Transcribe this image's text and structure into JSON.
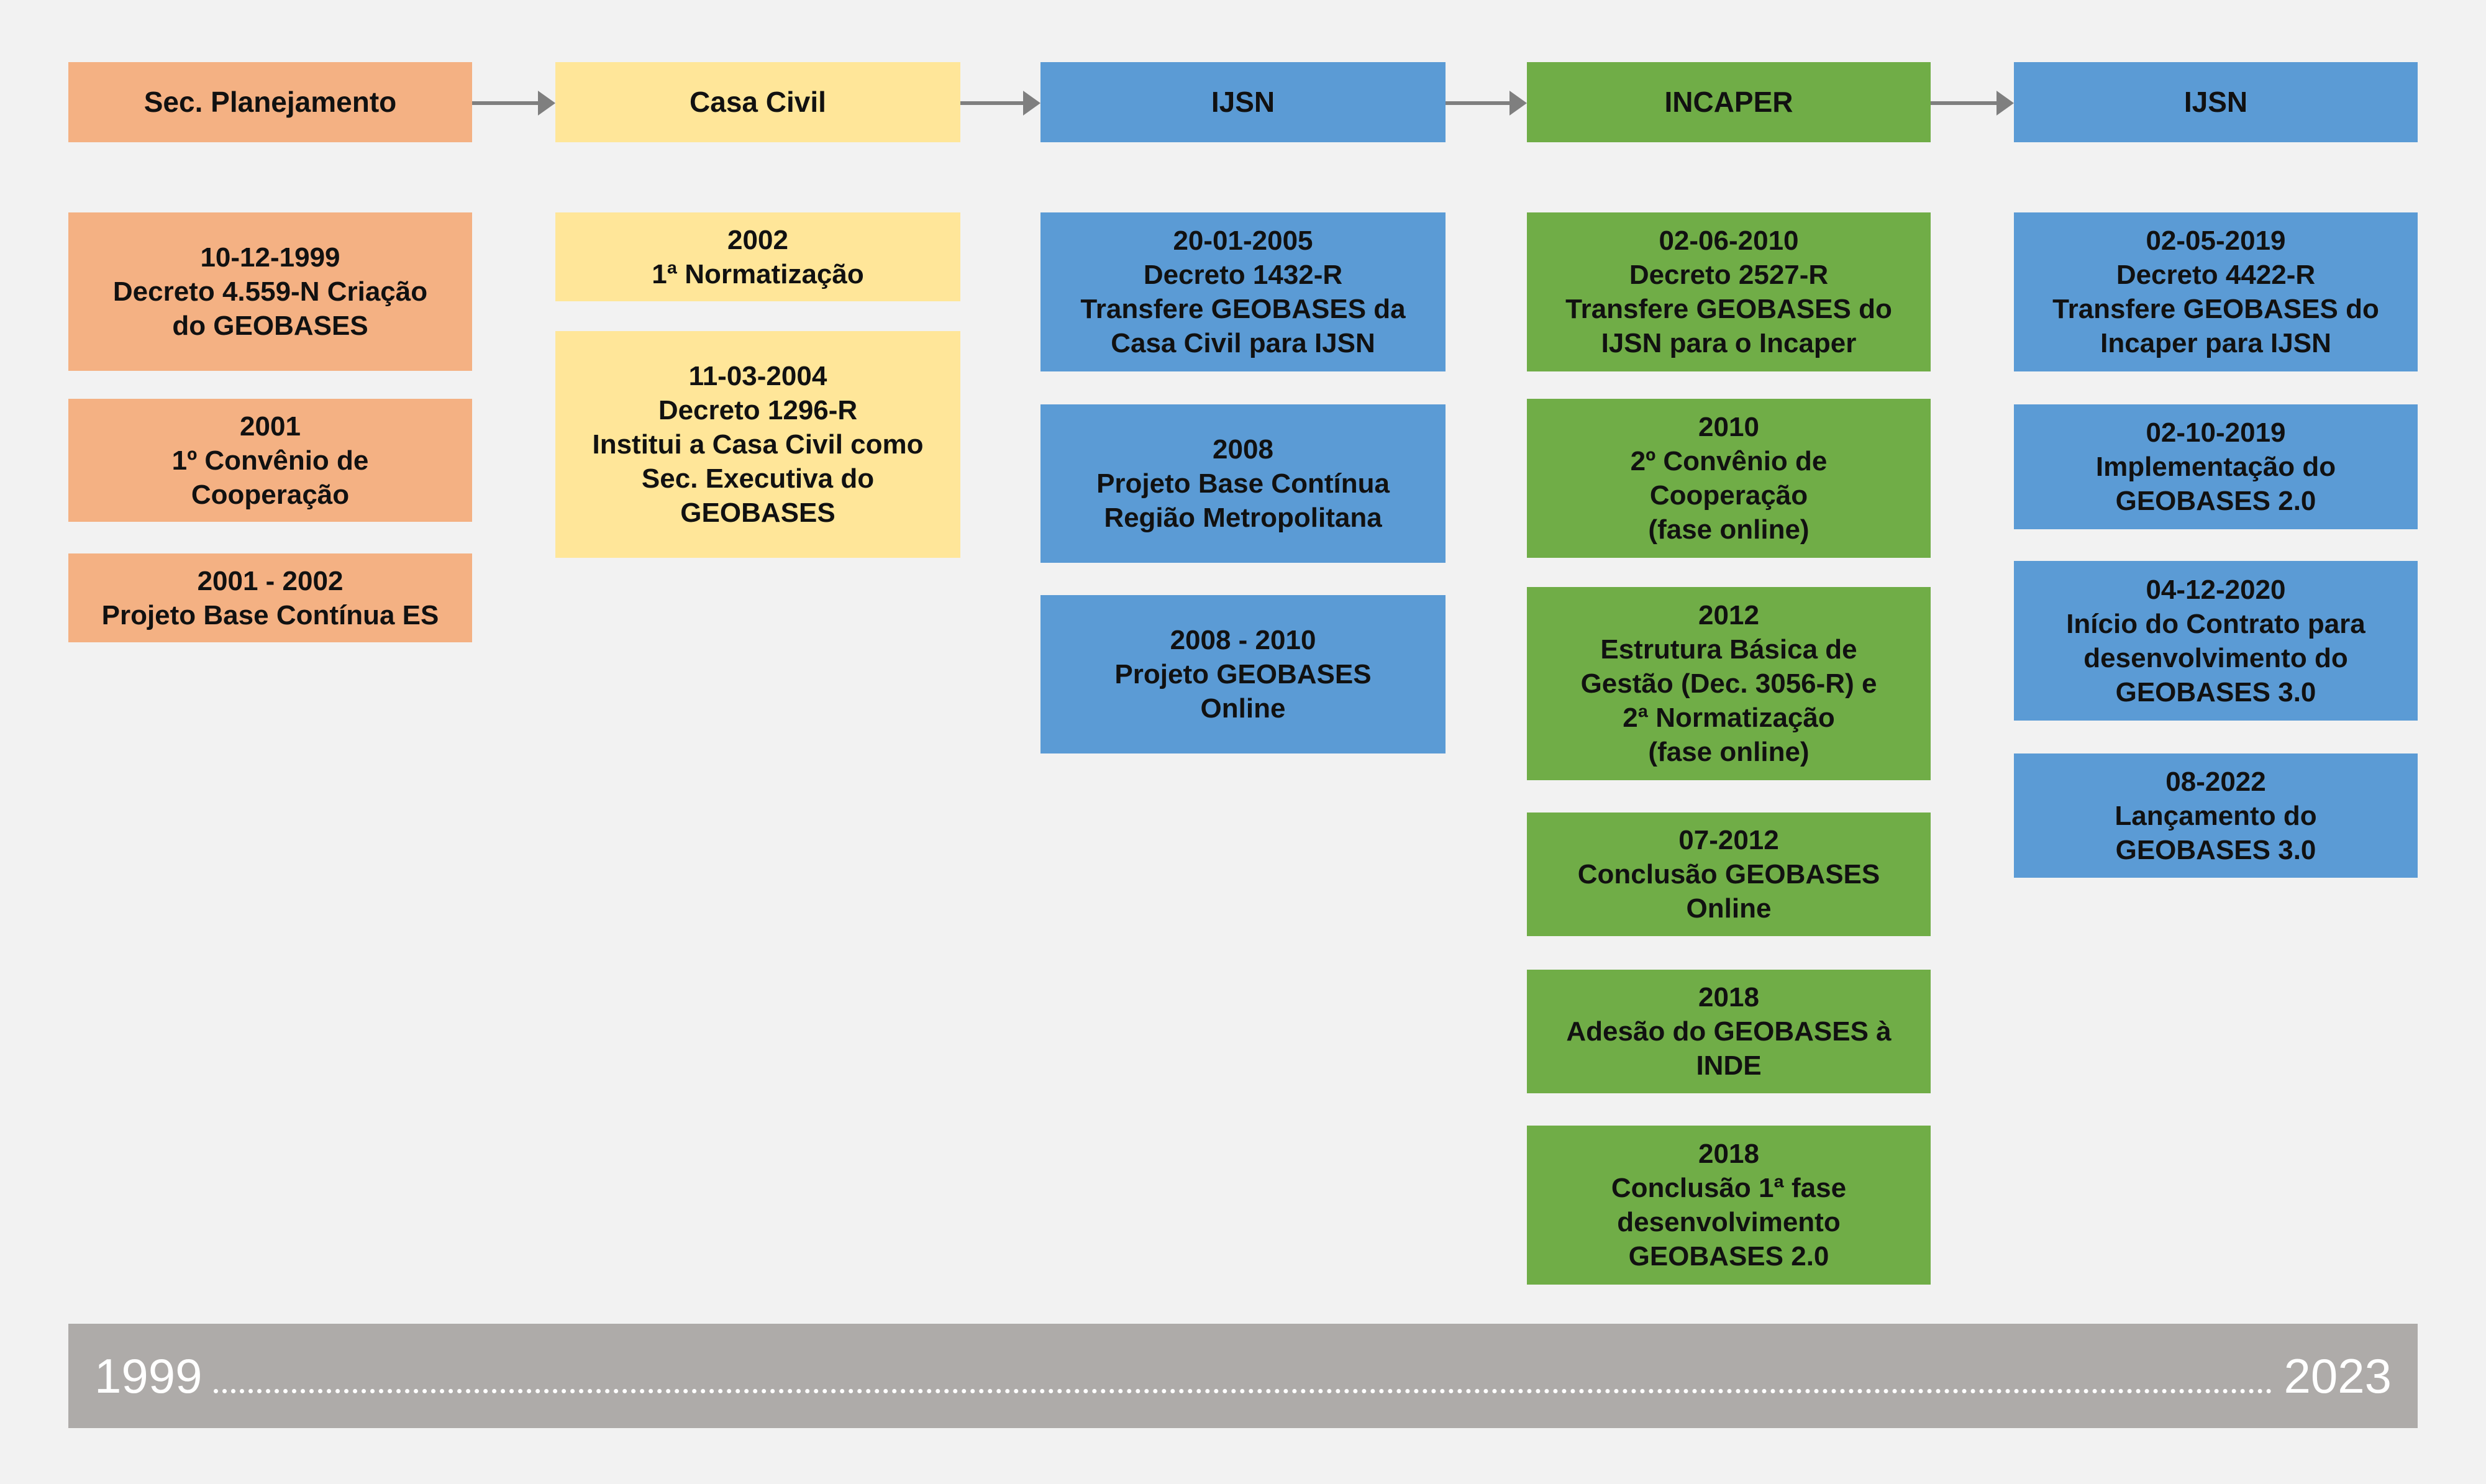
{
  "colors": {
    "background": "#f2f2f2",
    "orange": "#f4b183",
    "yellow": "#ffe699",
    "blue": "#5b9bd5",
    "green": "#70ad47",
    "arrow": "#7f7f7f",
    "timeline_bar": "#aeaba9"
  },
  "columns": [
    {
      "header": "Sec. Planejamento",
      "color": "orange",
      "events": [
        {
          "lines": [
            "10-12-1999",
            "Decreto 4.559-N Criação",
            "do GEOBASES"
          ]
        },
        {
          "lines": [
            "2001",
            "1º Convênio de",
            "Cooperação"
          ]
        },
        {
          "lines": [
            "2001 - 2002",
            "Projeto Base Contínua ES"
          ]
        }
      ]
    },
    {
      "header": "Casa Civil",
      "color": "yellow",
      "events": [
        {
          "lines": [
            "2002",
            "1ª Normatização"
          ]
        },
        {
          "lines": [
            "11-03-2004",
            "Decreto 1296-R",
            "Institui a Casa Civil como",
            "Sec. Executiva do",
            "GEOBASES"
          ]
        }
      ]
    },
    {
      "header": "IJSN",
      "color": "blue",
      "events": [
        {
          "lines": [
            "20-01-2005",
            "Decreto 1432-R",
            "Transfere GEOBASES da",
            "Casa Civil para IJSN"
          ]
        },
        {
          "lines": [
            "2008",
            "Projeto Base Contínua",
            "Região Metropolitana"
          ]
        },
        {
          "lines": [
            "2008 - 2010",
            "Projeto GEOBASES",
            "Online"
          ]
        }
      ]
    },
    {
      "header": "INCAPER",
      "color": "green",
      "events": [
        {
          "lines": [
            "02-06-2010",
            "Decreto 2527-R",
            "Transfere GEOBASES do",
            "IJSN para o Incaper"
          ]
        },
        {
          "lines": [
            "2010",
            "2º Convênio de",
            "Cooperação",
            "(fase online)"
          ]
        },
        {
          "lines": [
            "2012",
            "Estrutura Básica de",
            "Gestão (Dec. 3056-R) e",
            "2ª Normatização",
            "(fase online)"
          ]
        },
        {
          "lines": [
            "07-2012",
            "Conclusão GEOBASES",
            "Online"
          ]
        },
        {
          "lines": [
            "2018",
            "Adesão do GEOBASES à",
            "INDE"
          ]
        },
        {
          "lines": [
            "2018",
            "Conclusão 1ª fase",
            "desenvolvimento",
            "GEOBASES 2.0"
          ]
        }
      ]
    },
    {
      "header": "IJSN",
      "color": "blue",
      "events": [
        {
          "lines": [
            "02-05-2019",
            "Decreto 4422-R",
            "Transfere GEOBASES do",
            "Incaper para IJSN"
          ]
        },
        {
          "lines": [
            "02-10-2019",
            "Implementação do",
            "GEOBASES 2.0"
          ]
        },
        {
          "lines": [
            "04-12-2020",
            "Início do Contrato para",
            "desenvolvimento do",
            "GEOBASES 3.0"
          ]
        },
        {
          "lines": [
            "08-2022",
            "Lançamento do",
            "GEOBASES 3.0"
          ]
        }
      ]
    }
  ],
  "timeline": {
    "start": "1999",
    "end": "2023"
  }
}
